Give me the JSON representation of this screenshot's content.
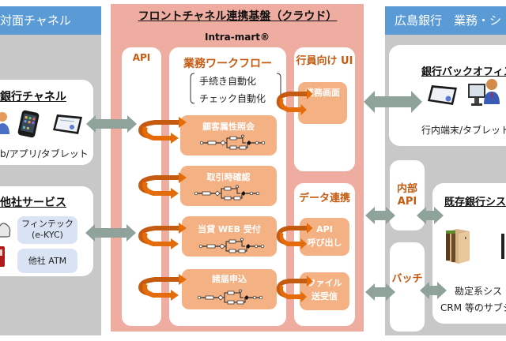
{
  "left_panel": {
    "header": "対面チャネル",
    "bank_channel": {
      "title": "銀行チャネル",
      "caption": "b/アプリ/タブレット",
      "icons": [
        "person-icon",
        "smartphone-icon",
        "tablet-icon"
      ]
    },
    "other_services": {
      "title": "他社サービス",
      "items": [
        {
          "line1": "フィンテック",
          "line2": "(e-KYC)"
        },
        {
          "line1": "他社 ATM",
          "line2": ""
        }
      ],
      "icons": [
        "cloud-icon",
        "atm-icon"
      ]
    }
  },
  "center_panel": {
    "title": "フロントチャネル連携基盤（クラウド）",
    "subtitle": "Intra-mart®",
    "api_column": {
      "title": "API"
    },
    "workflow_column": {
      "title": "業務ワークフロー",
      "features": [
        "手続き自動化",
        "チェック自動化"
      ],
      "processes": [
        "顧客属性照会",
        "取引時確認",
        "当貸 WEB 受付",
        "諸届申込"
      ]
    },
    "staff_ui_column": {
      "title": "行員向け UI",
      "screen": "業務画面"
    },
    "data_link_column": {
      "title": "データ連携",
      "items": [
        {
          "line1": "API",
          "line2": "呼び出し"
        },
        {
          "line1": "ファイル",
          "line2": "送受信"
        }
      ]
    }
  },
  "right_panel": {
    "header": "広島銀行　業務・シ",
    "back_office": {
      "title": "銀行バックオフィス",
      "caption": "行内端末/タブレット",
      "icons": [
        "tablet-icon",
        "desktop-user-icon"
      ]
    },
    "internal_api": {
      "line1": "内部",
      "line2": "API"
    },
    "batch": {
      "label": "バッチ"
    },
    "existing_systems": {
      "title": "既存銀行シス",
      "caption1": "勘定系シス",
      "caption2": "CRM 等のサブシ",
      "icons": [
        "server-icon"
      ]
    }
  },
  "colors": {
    "header_blue": "#5b9bd5",
    "panel_gray": "#c8c8c8",
    "panel_pink": "#eeada0",
    "accent_orange": "#c55a11",
    "box_orange": "#f4b183",
    "arrow_gray": "#8fa39b",
    "loop_orange": "#e46c0a"
  }
}
